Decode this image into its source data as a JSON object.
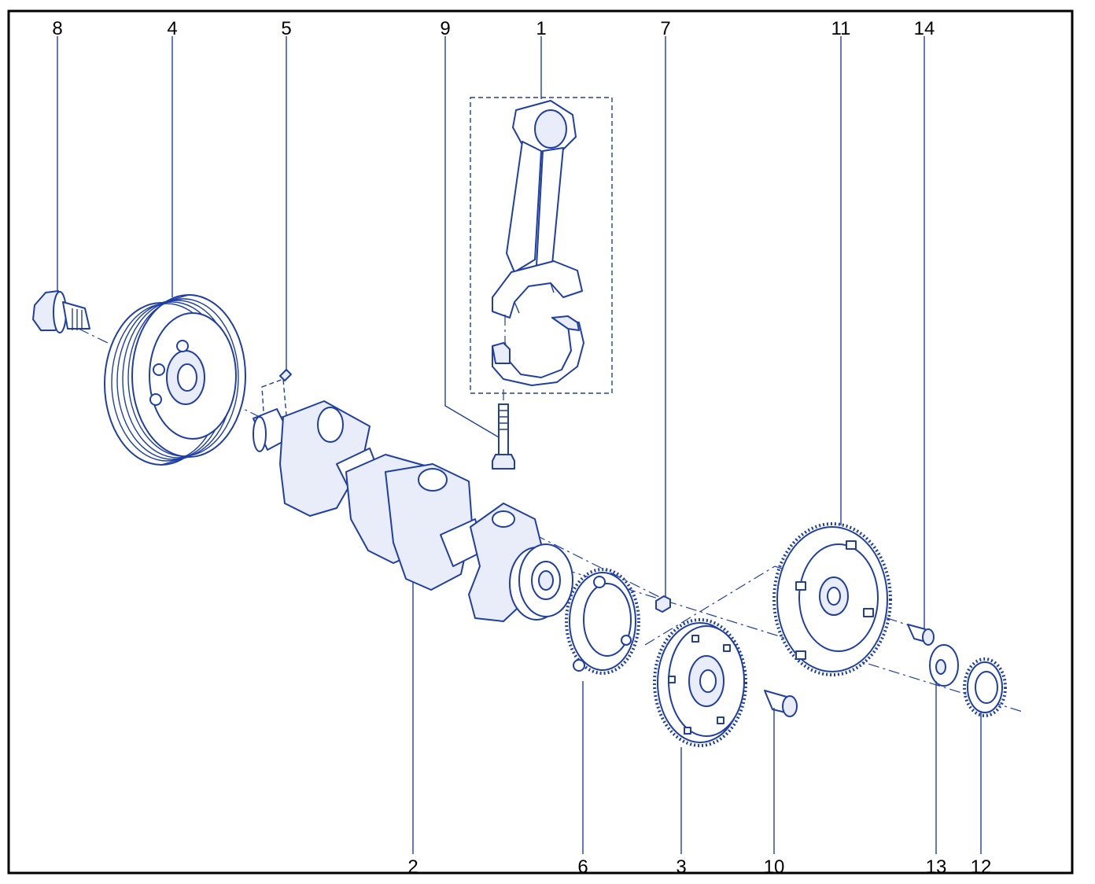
{
  "diagram": {
    "colors": {
      "line": "#1f3fa6",
      "tint": "#e8edf9",
      "frame": "#000000",
      "background": "#ffffff"
    },
    "callouts_top": [
      "8",
      "4",
      "5",
      "9",
      "1",
      "7",
      "11",
      "14"
    ],
    "callouts_bottom": [
      "2",
      "6",
      "3",
      "10",
      "13",
      "12"
    ]
  }
}
